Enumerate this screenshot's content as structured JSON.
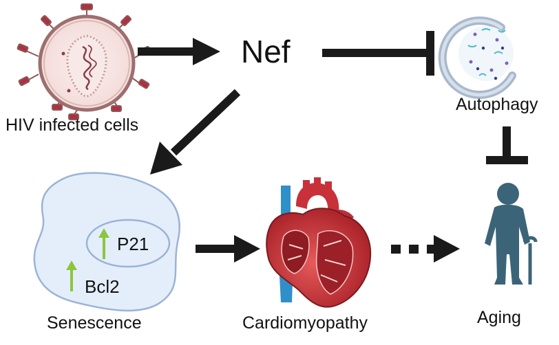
{
  "nodes": {
    "hiv": {
      "label": "HIV infected cells"
    },
    "nef": {
      "label": "Nef"
    },
    "autophagy": {
      "label": "Autophagy"
    },
    "senescence": {
      "label": "Senescence"
    },
    "p21": {
      "label": "P21"
    },
    "bcl2": {
      "label": "Bcl2"
    },
    "cardiomyopathy": {
      "label": "Cardiomyopathy"
    },
    "aging": {
      "label": "Aging"
    }
  },
  "edges": [
    {
      "from": "hiv",
      "to": "nef",
      "type": "activates"
    },
    {
      "from": "nef",
      "to": "autophagy",
      "type": "inhibits"
    },
    {
      "from": "nef",
      "to": "senescence",
      "type": "activates"
    },
    {
      "from": "autophagy",
      "to": "aging",
      "type": "inhibits"
    },
    {
      "from": "senescence",
      "to": "cardiomyopathy",
      "type": "activates"
    },
    {
      "from": "cardiomyopathy",
      "to": "aging",
      "type": "leads-to (dashed)"
    }
  ],
  "indicators": {
    "p21_icon": "up-arrow-icon",
    "bcl2_icon": "up-arrow-icon",
    "up_color": "#8cc63f"
  },
  "colors": {
    "arrow": "#1a1a1a",
    "cell_fill": "#e4eefb",
    "cell_stroke": "#9bb3d6",
    "figure": "#3c6478",
    "virus_membrane": "#9e6e6e",
    "virus_spike": "#b03040",
    "heart_red": "#c8313a",
    "heart_blue": "#2f8fc9"
  }
}
